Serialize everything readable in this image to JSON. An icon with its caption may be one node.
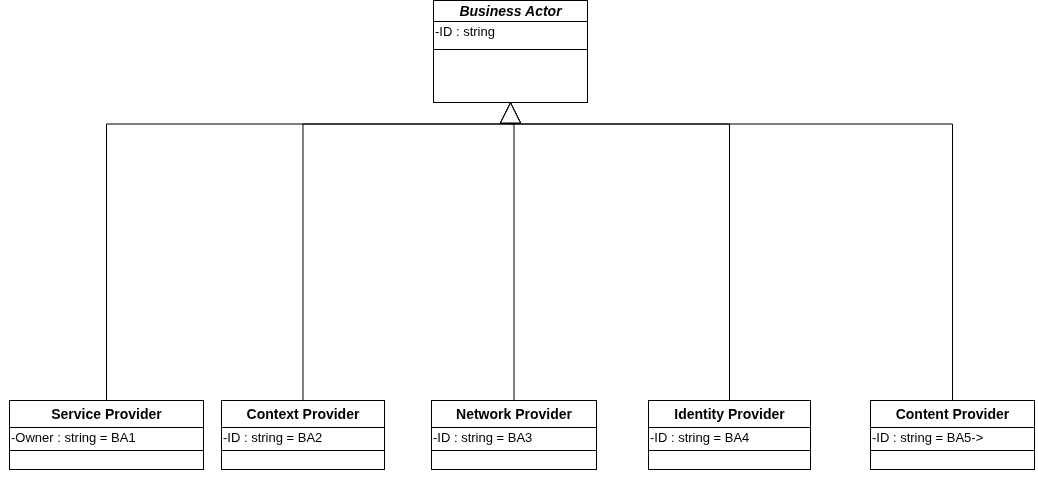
{
  "diagram": {
    "nodes": [
      {
        "text": [
          "Business Actor",
          "-ID : string"
        ]
      },
      {
        "text": [
          "Service Provider",
          "-Owner : string = BA1"
        ]
      },
      {
        "text": [
          "Context Provider",
          "-ID : string = BA2"
        ]
      },
      {
        "text": [
          "Network Provider",
          "-ID : string = BA3"
        ]
      },
      {
        "text": [
          "Identity Provider",
          "-ID : string = BA4"
        ]
      },
      {
        "text": [
          "Content Provider",
          "-ID : string = BA5->"
        ]
      }
    ],
    "edges": [
      {
        "from": 1,
        "to": 0,
        "arrow": "to"
      },
      {
        "from": 2,
        "to": 0,
        "arrow": "to"
      },
      {
        "from": 3,
        "to": 0,
        "arrow": "to"
      },
      {
        "from": 4,
        "to": 0,
        "arrow": "to"
      },
      {
        "from": 5,
        "to": 0,
        "arrow": "to"
      }
    ]
  }
}
